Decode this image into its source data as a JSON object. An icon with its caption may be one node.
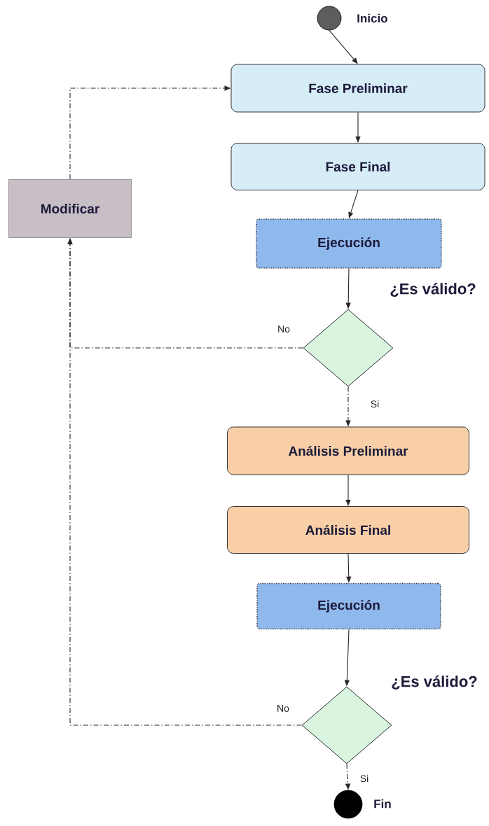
{
  "diagram": {
    "nodes": [
      {
        "text": [],
        "shape": "circle",
        "beside": [
          "Inicio"
        ]
      },
      {
        "text": [
          "Fase Preliminar"
        ]
      },
      {
        "text": [
          "Fase Final"
        ]
      },
      {
        "text": [
          "Ejecución"
        ]
      },
      {
        "text": [],
        "shape": "diamond",
        "beside": [
          "¿Es válido?"
        ]
      },
      {
        "text": [
          "Modificar"
        ]
      },
      {
        "text": [
          "Análisis Preliminar"
        ]
      },
      {
        "text": [
          "Análisis Final"
        ]
      },
      {
        "text": [
          "Ejecución"
        ]
      },
      {
        "text": [],
        "shape": "diamond",
        "beside": [
          "¿Es válido?"
        ]
      },
      {
        "text": [],
        "shape": "circle",
        "beside": [
          "Fin"
        ]
      }
    ],
    "edges": [
      {
        "from": 0,
        "to": 1,
        "arrow": "to"
      },
      {
        "from": 1,
        "to": 2,
        "arrow": "to"
      },
      {
        "from": 2,
        "to": 3,
        "arrow": "to"
      },
      {
        "from": 3,
        "to": 4,
        "arrow": "to"
      },
      {
        "from": 4,
        "to": 6,
        "arrow": "to",
        "label": "Si",
        "style": "dashed"
      },
      {
        "from": 4,
        "to": 5,
        "arrow": "to",
        "label": "No",
        "style": "dashed"
      },
      {
        "from": 5,
        "to": 1,
        "arrow": "to",
        "style": "dashed"
      },
      {
        "from": 6,
        "to": 7,
        "arrow": "to"
      },
      {
        "from": 7,
        "to": 8,
        "arrow": "to"
      },
      {
        "from": 8,
        "to": 9,
        "arrow": "to"
      },
      {
        "from": 9,
        "to": 10,
        "arrow": "to",
        "label": "Si",
        "style": "dashed"
      },
      {
        "from": 9,
        "to": 5,
        "arrow": "to",
        "label": "No",
        "style": "dashed"
      }
    ]
  }
}
